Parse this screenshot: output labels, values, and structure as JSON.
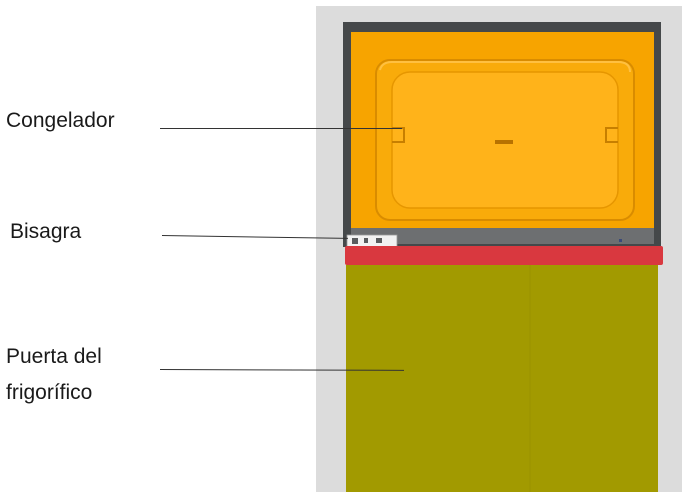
{
  "labels": {
    "freezer": "Congelador",
    "hinge": "Bisagra",
    "door_line1": "Puerta del",
    "door_line2": "frigorífico"
  },
  "colors": {
    "background_panel": "#dcdcdc",
    "freezer_frame": "#45484a",
    "freezer_compartment": "#f7a400",
    "freezer_tray_highlight": "#ffb31a",
    "freezer_tray_shadow": "#d98c00",
    "hinge_strip": "#6d6f71",
    "door_top_band": "#d9383f",
    "fridge_door": "#a29a00"
  }
}
